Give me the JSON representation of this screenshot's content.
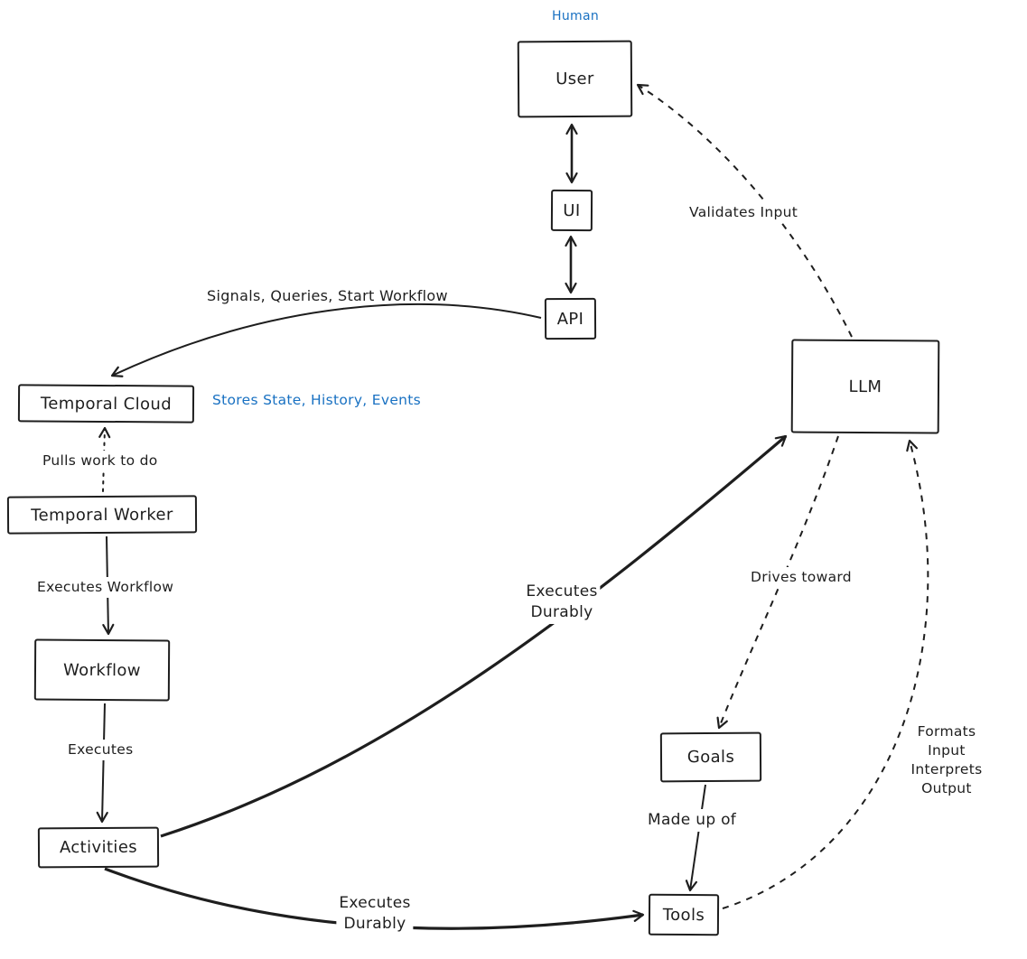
{
  "colors": {
    "ink": "#1e1e1e",
    "blue": "#1971c2"
  },
  "nodes": {
    "user": "User",
    "ui": "UI",
    "api": "API",
    "temporal_cloud": "Temporal Cloud",
    "temporal_worker": "Temporal Worker",
    "workflow": "Workflow",
    "activities": "Activities",
    "llm": "LLM",
    "goals": "Goals",
    "tools": "Tools"
  },
  "annotations": {
    "human": "Human",
    "stores_state": "Stores State, History, Events"
  },
  "edges": {
    "signals_queries": "Signals, Queries, Start Workflow",
    "pulls_work": "Pulls work to do",
    "executes_workflow": "Executes Workflow",
    "executes": "Executes",
    "executes_durably_llm": "Executes\nDurably",
    "executes_durably_tools": "Executes\nDurably",
    "validates_input": "Validates Input",
    "drives_toward": "Drives toward",
    "made_up_of": "Made up of",
    "formats_input": "Formats Input\nInterprets Output"
  }
}
